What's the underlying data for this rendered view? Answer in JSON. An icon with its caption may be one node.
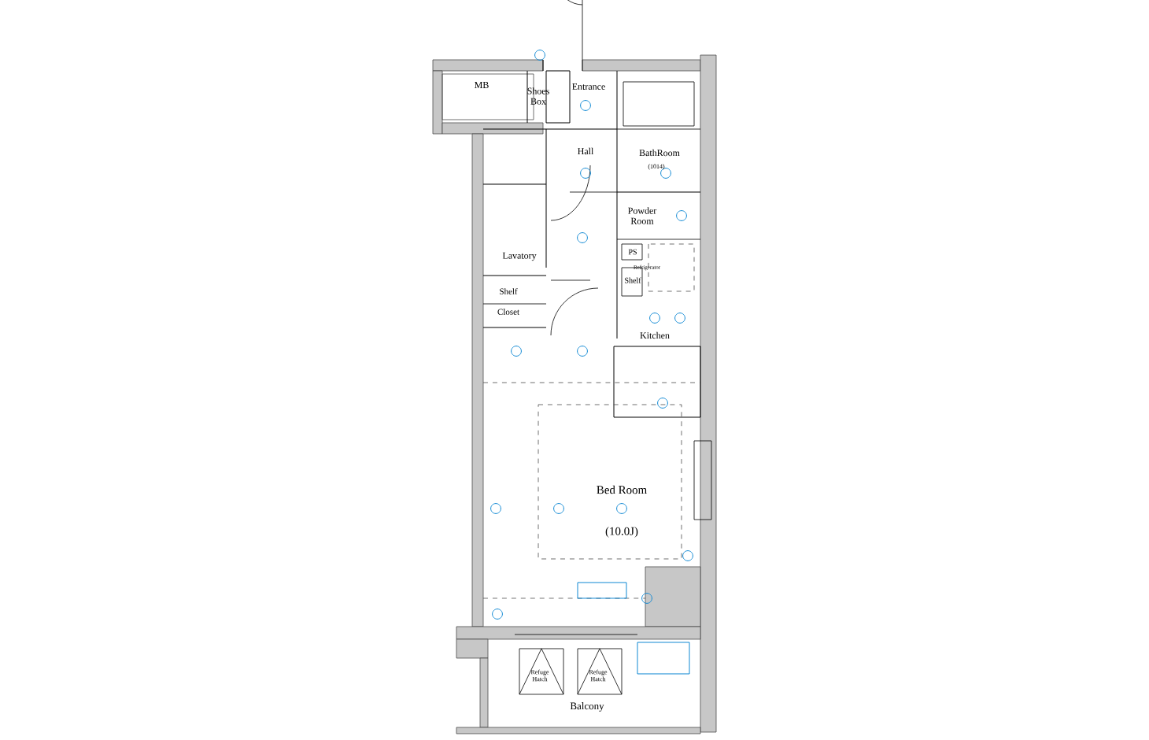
{
  "diagram": {
    "labels": [
      "MB",
      "Shoes Box",
      "Entrance",
      "Hall",
      "BathRoom",
      "(1014)",
      "Powder Room",
      "PS",
      "Refrigerator",
      "Shelf",
      "Lavatory",
      "Shelf",
      "Closet",
      "Kitchen",
      "Bed Room",
      "(10.0J)",
      "Refuge Hatch",
      "Refuge Hatch",
      "Balcony"
    ]
  }
}
